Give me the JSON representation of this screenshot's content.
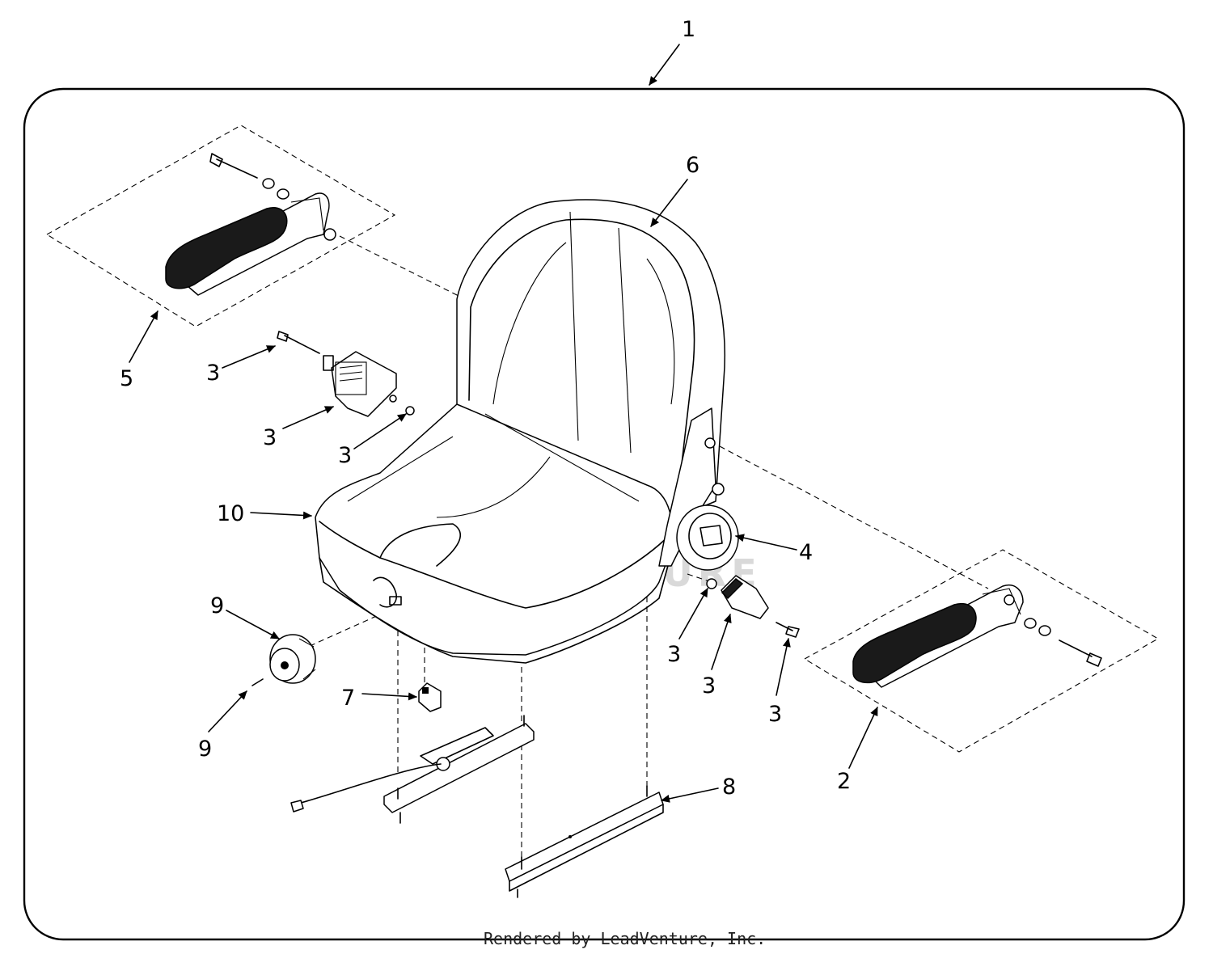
{
  "callouts": {
    "c1": "1",
    "c2": "2",
    "c3a": "3",
    "c3b": "3",
    "c3c": "3",
    "c3d": "3",
    "c3e": "3",
    "c3f": "3",
    "c4": "4",
    "c5": "5",
    "c6": "6",
    "c7": "7",
    "c8": "8",
    "c9a": "9",
    "c9b": "9",
    "c10": "10"
  },
  "footer": "Rendered by LeadVenture, Inc.",
  "watermark": "LEADVENTURE",
  "colors": {
    "line": "#000000",
    "background": "#ffffff",
    "watermark": "#d9d9d9"
  }
}
